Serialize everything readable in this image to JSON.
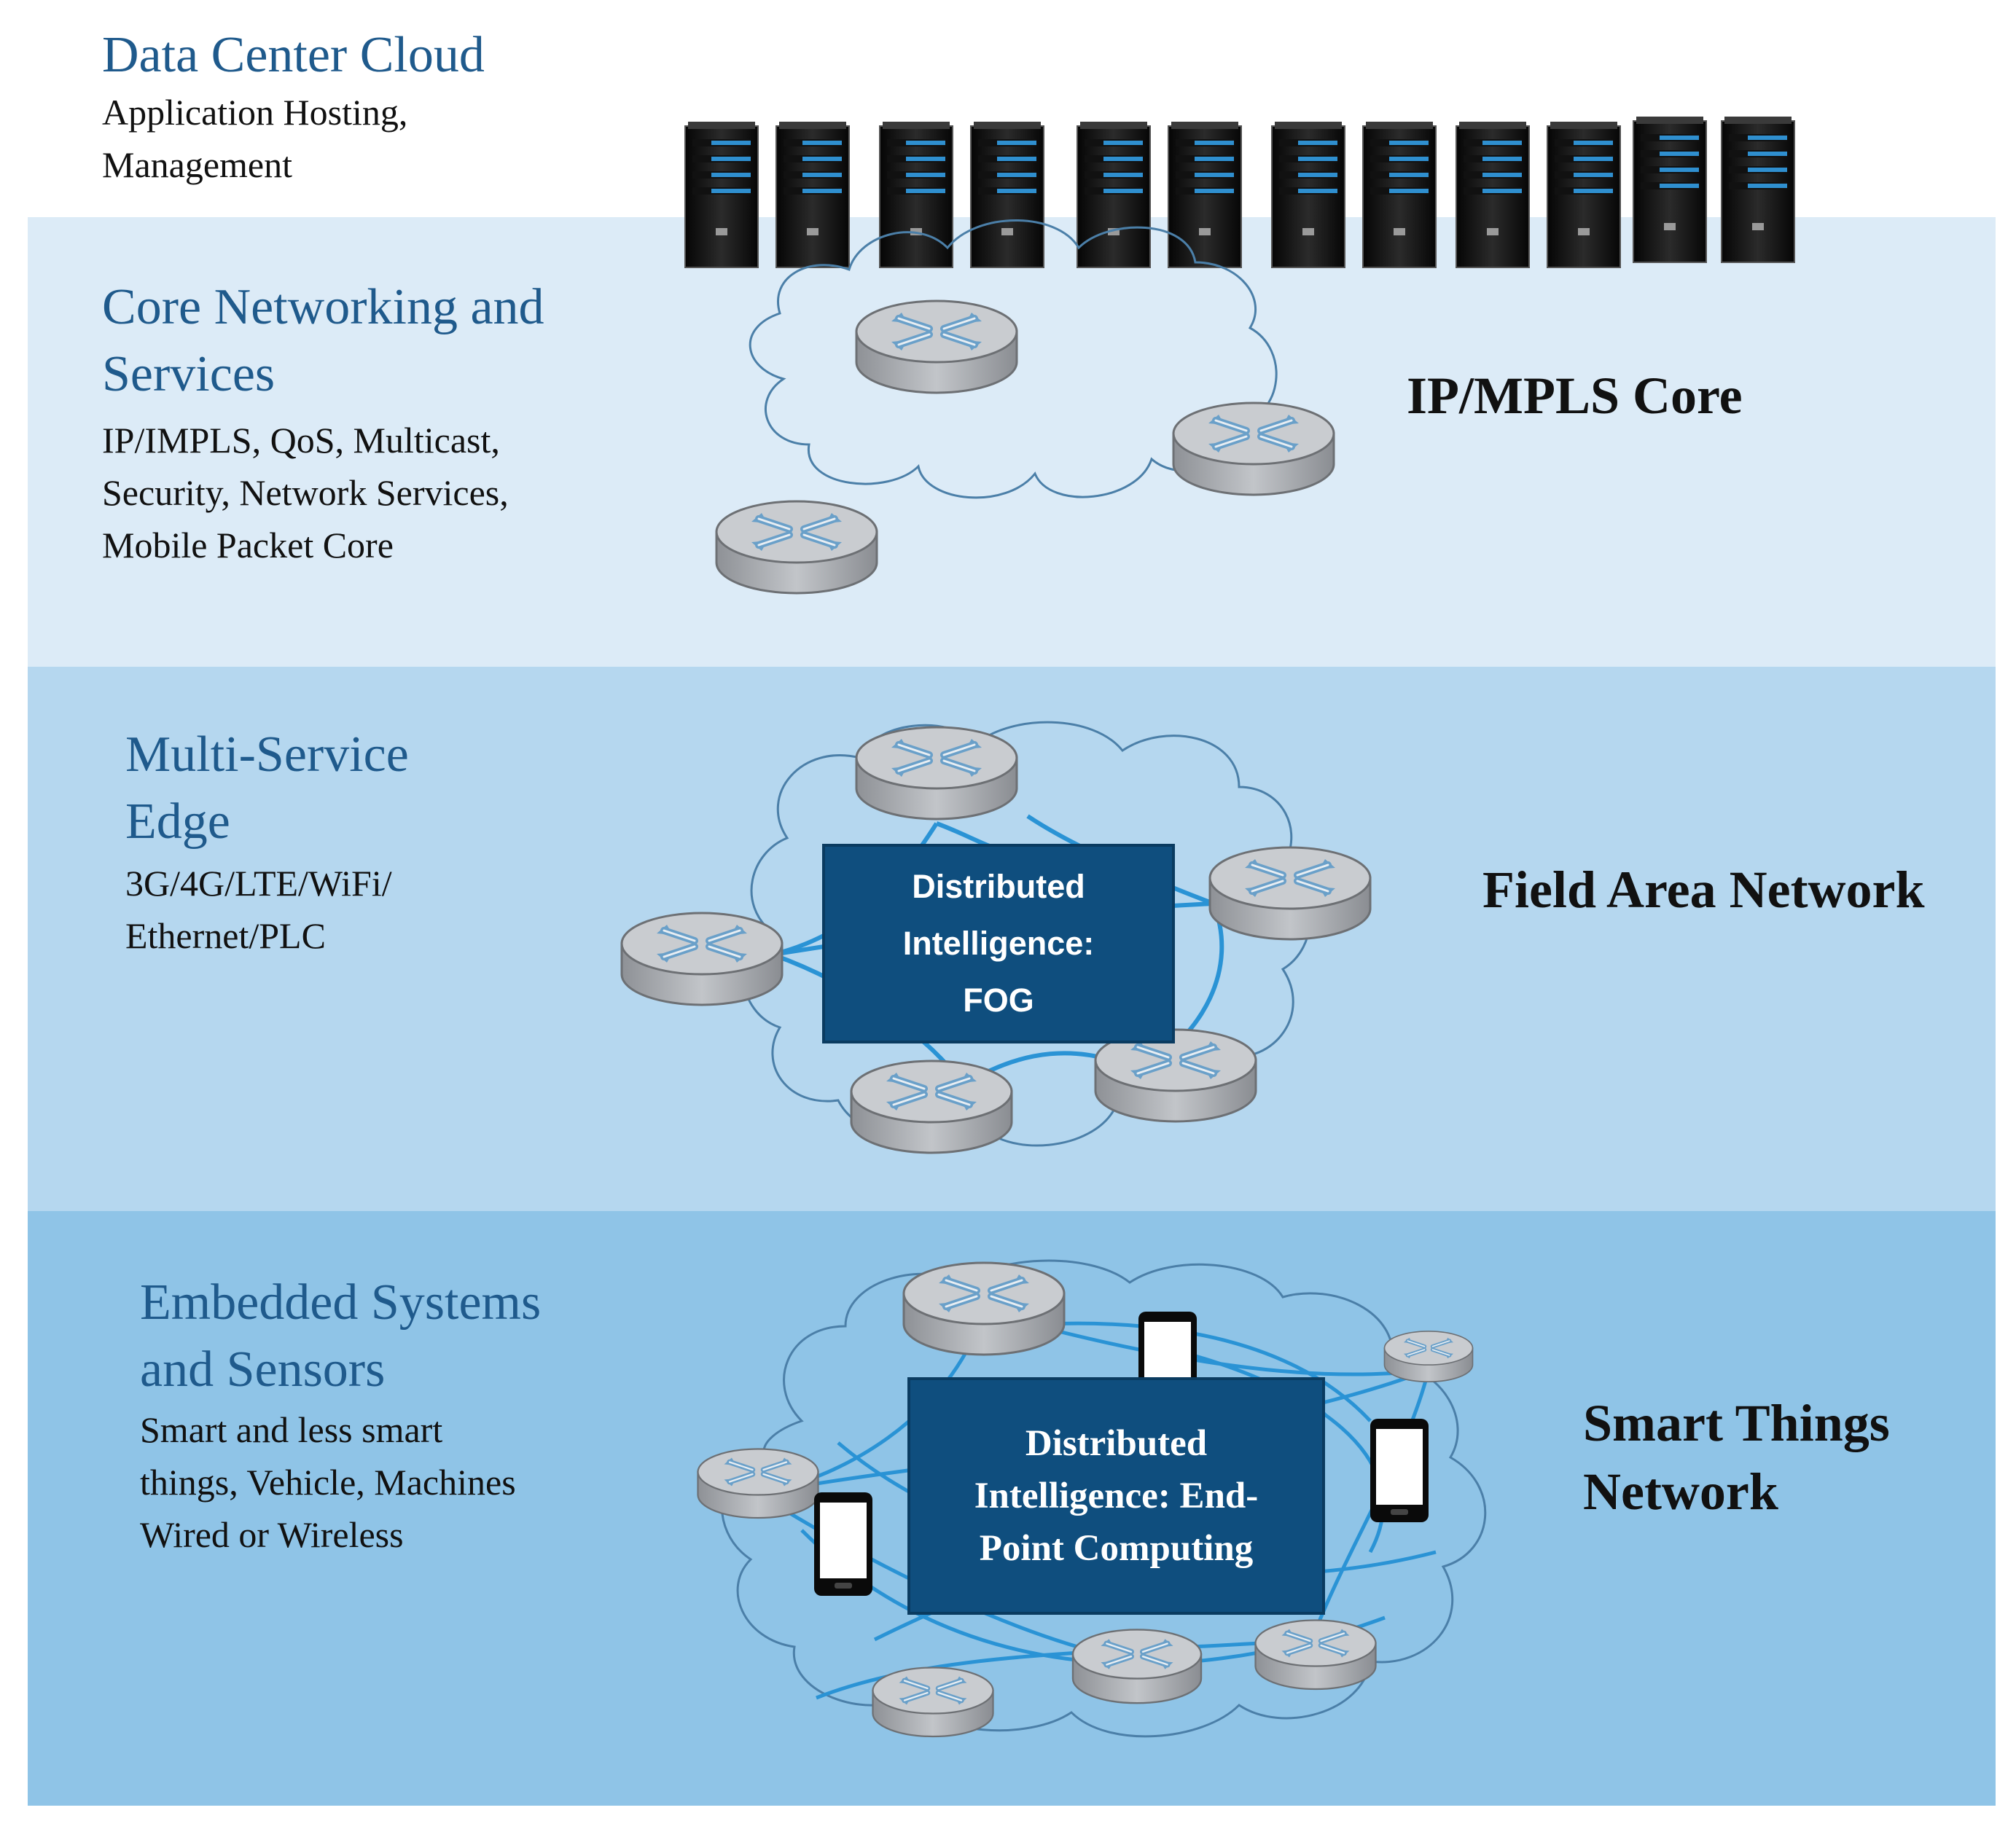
{
  "tiers": [
    {
      "title_lines": [
        "Data Center Cloud"
      ],
      "desc_lines": [
        "Application Hosting,",
        "Management"
      ]
    },
    {
      "title_lines": [
        "Core Networking and",
        "Services"
      ],
      "desc_lines": [
        "IP/IMPLS, QoS, Multicast,",
        "Security, Network Services,",
        "Mobile Packet Core"
      ],
      "network_label": [
        "IP/MPLS Core"
      ]
    },
    {
      "title_lines": [
        "Multi-Service",
        "Edge"
      ],
      "desc_lines": [
        "3G/4G/LTE/WiFi/",
        "Ethernet/PLC"
      ],
      "network_label": [
        "Field Area Network"
      ],
      "box_text": "Distributed\nIntelligence:\nFOG"
    },
    {
      "title_lines": [
        "Embedded Systems",
        "and Sensors"
      ],
      "desc_lines": [
        "Smart and less smart",
        "things, Vehicle, Machines",
        "Wired or Wireless"
      ],
      "network_label": [
        "Smart Things",
        "Network"
      ],
      "box_text": "Distributed\nIntelligence:  End-\nPoint Computing"
    }
  ],
  "colors": {
    "title_blue": "#1f5a8c",
    "box_blue": "#0f4e7e",
    "link_blue": "#2a93d5",
    "router_gray": "#b9bcc0"
  },
  "icons": {
    "server": "server-tower-icon",
    "router": "router-icon",
    "phone": "smartphone-icon",
    "cloud": "cloud-outline-icon"
  }
}
